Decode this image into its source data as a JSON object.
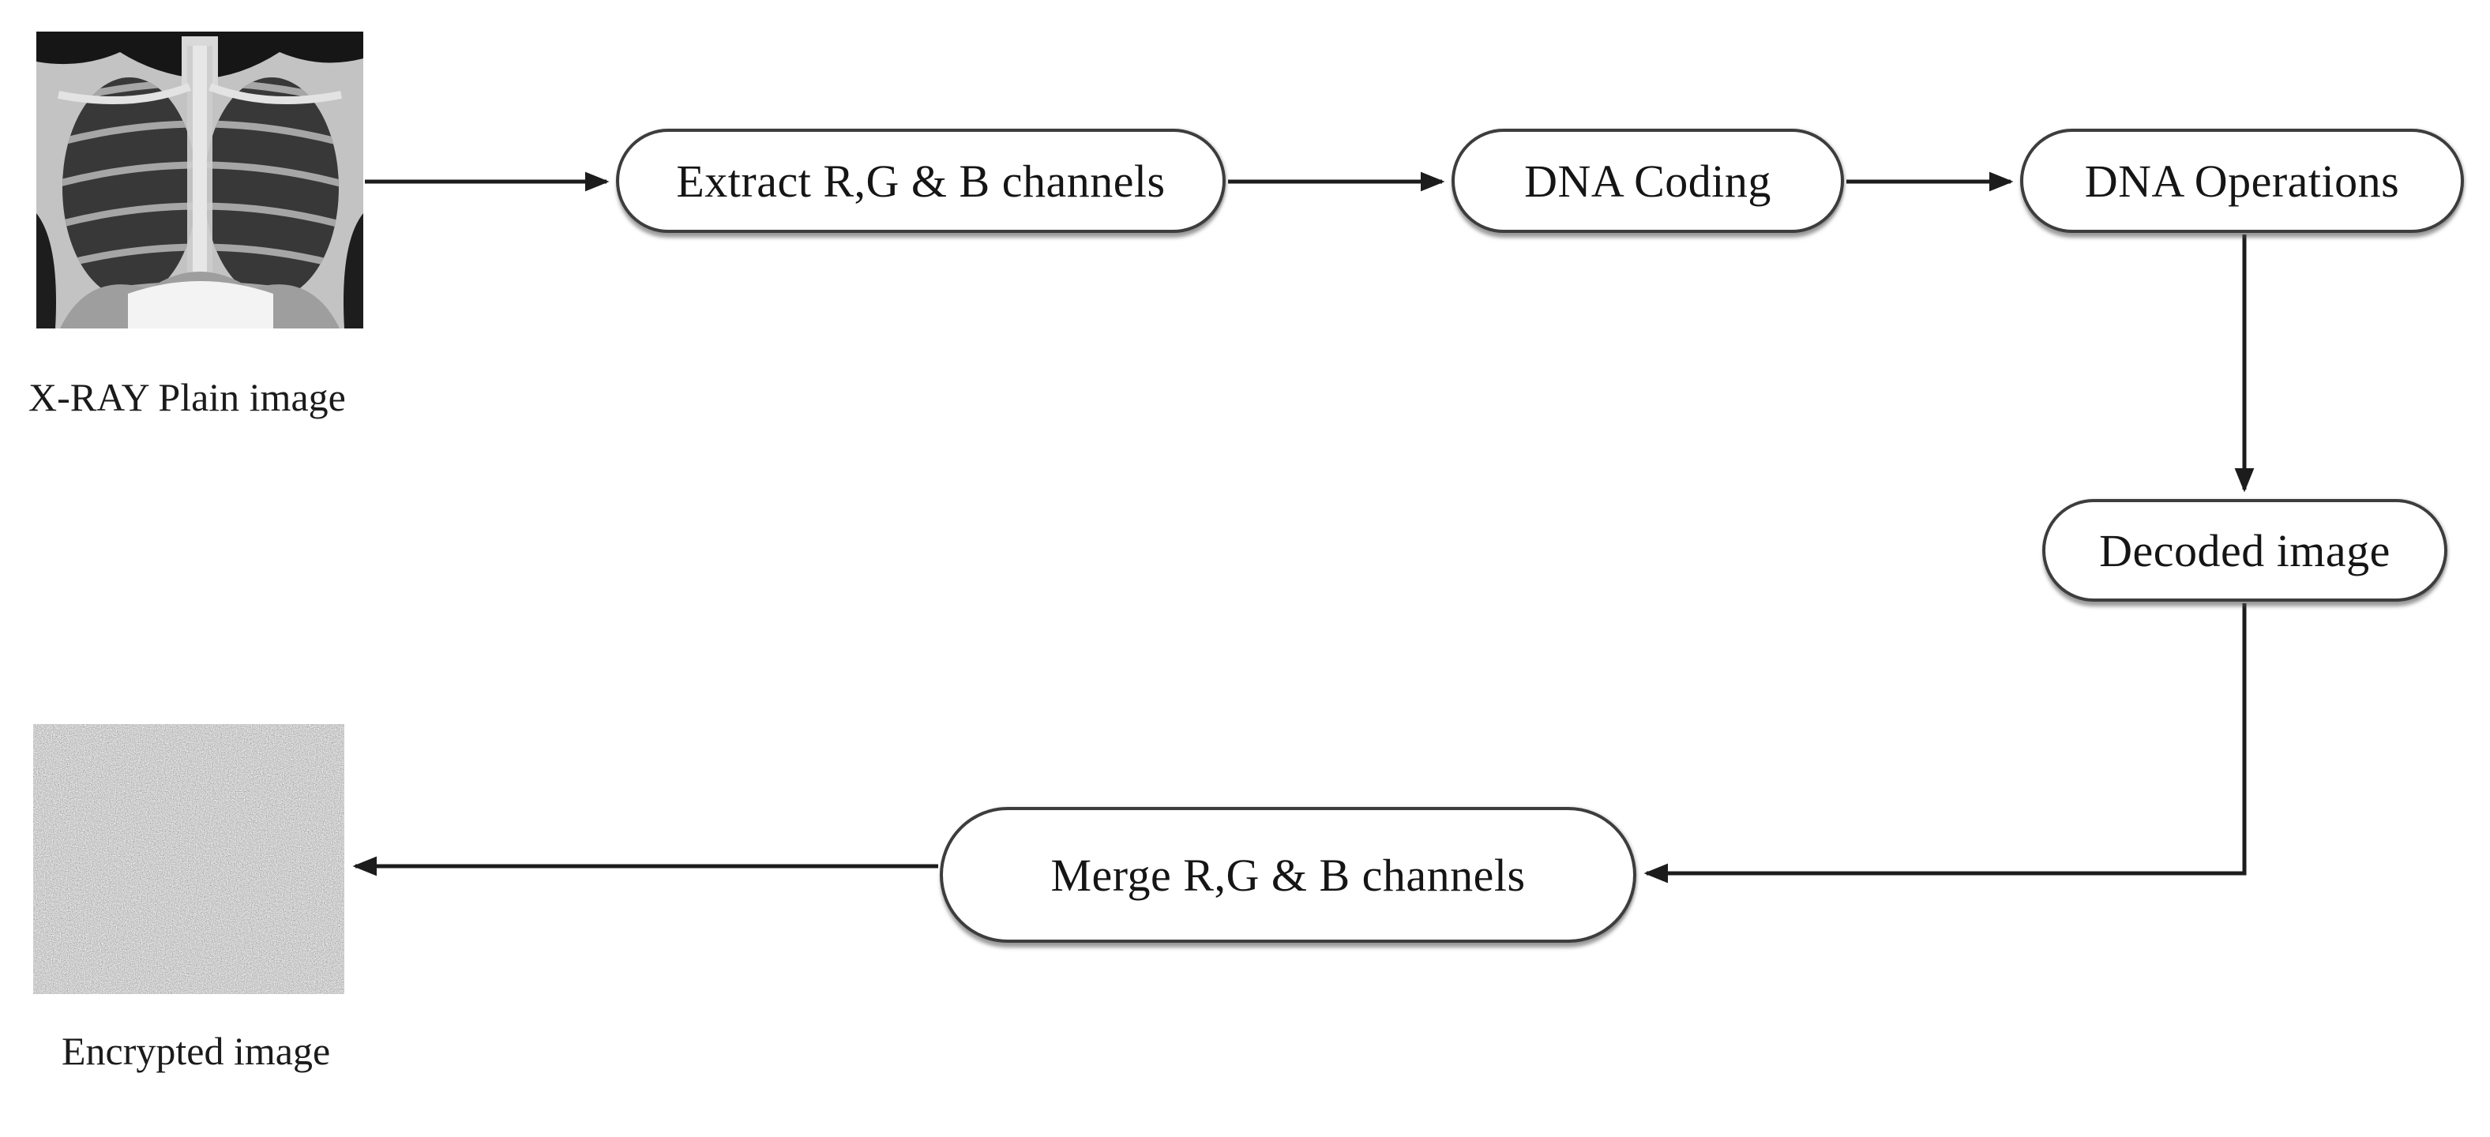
{
  "diagram": {
    "type": "flowchart",
    "background": "#ffffff",
    "nodes": [
      {
        "id": "extract-channels",
        "label": "Extract R,G & B channels",
        "shape": "rounded-pill"
      },
      {
        "id": "dna-coding",
        "label": "DNA Coding",
        "shape": "rounded-pill"
      },
      {
        "id": "dna-operations",
        "label": "DNA Operations",
        "shape": "rounded-pill"
      },
      {
        "id": "decoded-image",
        "label": "Decoded image",
        "shape": "rounded-pill"
      },
      {
        "id": "merge-channels",
        "label": "Merge R,G & B channels",
        "shape": "rounded-pill"
      }
    ],
    "images": [
      {
        "id": "xray-plain",
        "label": "X-RAY Plain image",
        "kind": "chest x-ray photograph"
      },
      {
        "id": "encrypted",
        "label": "Encrypted image",
        "kind": "random gray noise"
      }
    ],
    "edges": [
      {
        "from": "xray-plain",
        "to": "extract-channels",
        "direction": "right"
      },
      {
        "from": "extract-channels",
        "to": "dna-coding",
        "direction": "right"
      },
      {
        "from": "dna-coding",
        "to": "dna-operations",
        "direction": "right"
      },
      {
        "from": "dna-operations",
        "to": "decoded-image",
        "direction": "down"
      },
      {
        "from": "decoded-image",
        "to": "merge-channels",
        "direction": "down-then-left"
      },
      {
        "from": "merge-channels",
        "to": "encrypted",
        "direction": "left"
      }
    ],
    "colors": {
      "arrow_stroke": "#1c1c1c",
      "node_border": "#3d3d3d",
      "node_fill": "#ffffff",
      "text": "#151515"
    }
  }
}
